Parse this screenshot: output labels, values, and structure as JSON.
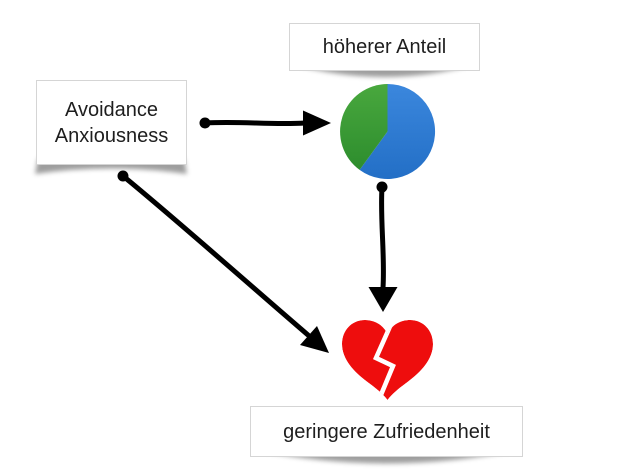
{
  "page": {
    "background": "#ffffff"
  },
  "diagram": {
    "nodes": {
      "predictor": {
        "label": "Avoidance\nAnxiousness"
      },
      "mediator": {
        "label": "höherer Anteil"
      },
      "outcome": {
        "label": "geringere Zufriedenheit"
      }
    },
    "pie": {
      "type": "pie",
      "slices": [
        {
          "name": "blue",
          "value": 60,
          "color": "#3b87dd",
          "color_dark": "#236fc6"
        },
        {
          "name": "green",
          "value": 40,
          "color": "#49a83e",
          "color_dark": "#2d8d2d"
        }
      ],
      "start_angle_deg": 0
    },
    "heart": {
      "color": "#ee0d0d"
    },
    "arrows": {
      "color": "#000000"
    },
    "box_style": {
      "background": "#ffffff",
      "border": "#d5d5d5",
      "text": "#1e1e1e"
    }
  }
}
